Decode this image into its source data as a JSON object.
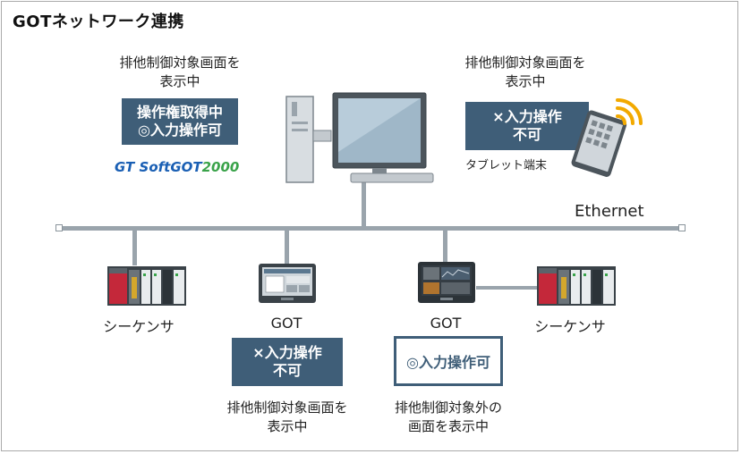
{
  "title": "GOTネットワーク連携",
  "network_label": "Ethernet",
  "softgot": {
    "caption_line1": "排他制御対象画面を",
    "caption_line2": "表示中",
    "box_line1": "操作権取得中",
    "box_line2": "◎入力操作可",
    "logo_gt": "GT",
    "logo_softgot": "SoftGOT",
    "logo_num": "2000"
  },
  "tablet": {
    "caption_line1": "排他制御対象画面を",
    "caption_line2": "表示中",
    "box_line1": "×入力操作",
    "box_line2": "不可",
    "label": "タブレット端末"
  },
  "devices": {
    "sequencer_left": "シーケンサ",
    "got_left": "GOT",
    "got_right": "GOT",
    "sequencer_right": "シーケンサ"
  },
  "got_left_panel": {
    "box_line1": "×入力操作",
    "box_line2": "不可",
    "caption_line1": "排他制御対象画面を",
    "caption_line2": "表示中"
  },
  "got_right_panel": {
    "box_text": "◎入力操作可",
    "caption_line1": "排他制御対象外の",
    "caption_line2": "画面を表示中"
  },
  "colors": {
    "box_dark": "#3f5e78",
    "network_line": "#9aa4ac",
    "logo_blue": "#1a5fb4",
    "logo_green": "#3aa34a",
    "wifi": "#f2a900"
  }
}
